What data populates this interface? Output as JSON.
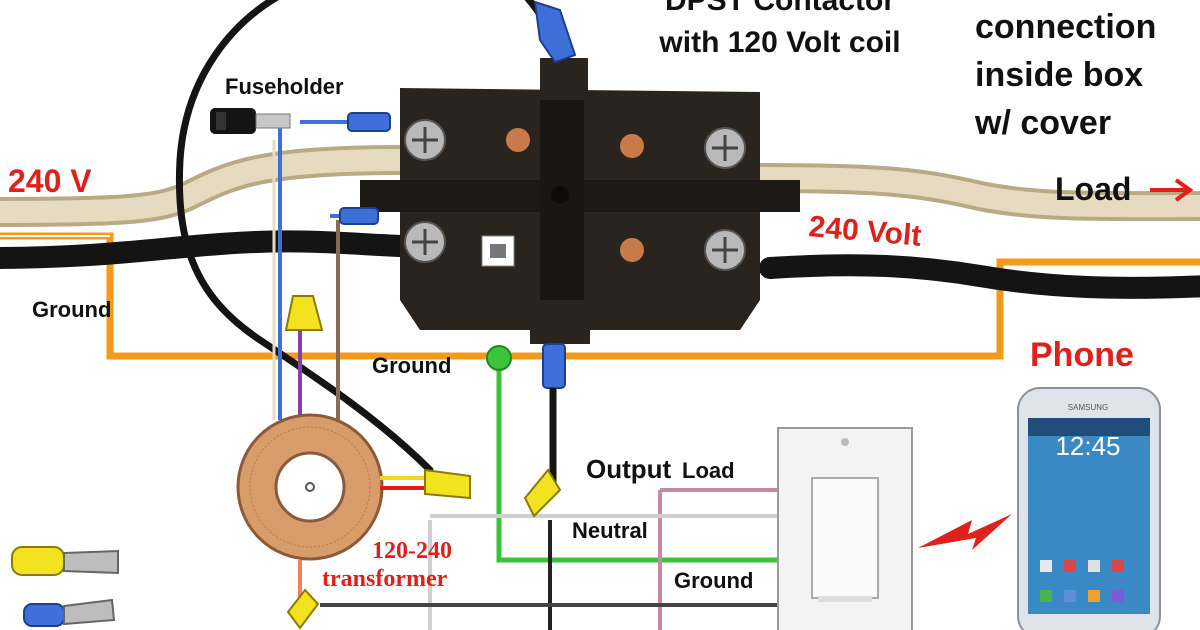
{
  "title": {
    "line1": "DPST Contactor",
    "line2": "with 120 Volt coil"
  },
  "note": {
    "line1": "connection",
    "line2": "inside box",
    "line3": "w/ cover"
  },
  "labels": {
    "fuseholder": "Fuseholder",
    "supply_240v": "240 V",
    "load_arrow": "Load",
    "volt_240": "240 Volt",
    "ground_left": "Ground",
    "ground_center": "Ground",
    "phone": "Phone",
    "output": "Output",
    "load": "Load",
    "neutral": "Neutral",
    "ground_switch": "Ground",
    "transformer_line1": "120-240",
    "transformer_line2": "transformer"
  },
  "phone_screen": {
    "time": "12:45",
    "brand": "SAMSUNG"
  },
  "colors": {
    "red_label": "#e0201b",
    "ground_wire": "#f29a1b",
    "green_wire": "#3cc23c",
    "blue_wire": "#3f6fd8",
    "beige_cable": "#d8c9a6",
    "black_cable": "#141414",
    "contactor_body": "#2a241f"
  }
}
